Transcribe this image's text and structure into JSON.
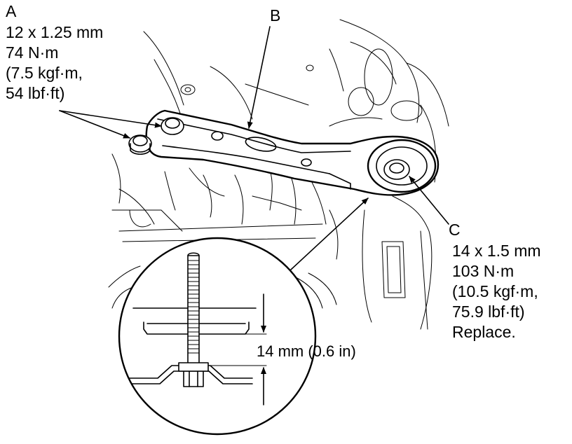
{
  "callout_a": {
    "letter": "A",
    "lines": [
      "12 x 1.25 mm",
      "74 N·m",
      "(7.5 kgf·m,",
      "54 lbf·ft)"
    ]
  },
  "callout_b": {
    "letter": "B"
  },
  "callout_c": {
    "letter": "C",
    "lines": [
      "14 x 1.5 mm",
      "103 N·m",
      "(10.5 kgf·m,",
      "75.9 lbf·ft)",
      "Replace."
    ]
  },
  "detail": {
    "dimension": "14 mm (0.6 in)"
  }
}
